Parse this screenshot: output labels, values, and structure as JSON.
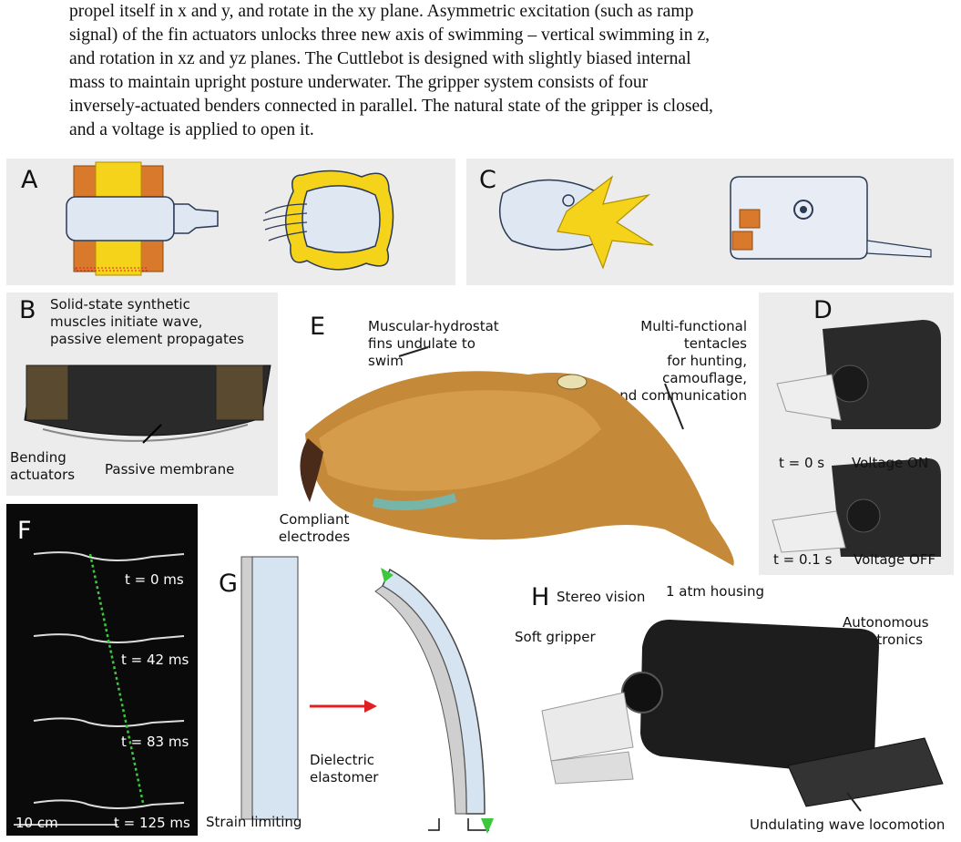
{
  "paragraph": [
    "propel itself in x and y, and rotate in the xy plane. Asymmetric excitation (such as ramp",
    "signal) of the fin actuators unlocks three new axis of swimming – vertical swimming in z,",
    "and rotation in xz and yz planes. The Cuttlebot is designed with slightly biased internal",
    "mass to maintain upright posture underwater. The gripper system consists of four",
    "inversely-actuated benders connected in parallel. The natural state of the gripper is closed,",
    "and a voltage is applied to open it."
  ],
  "panels": {
    "A": {
      "letter": "A"
    },
    "B": {
      "letter": "B",
      "label_top": [
        "Solid-state synthetic",
        "muscles initiate wave,",
        "passive element propagates"
      ],
      "label_bending": [
        "Bending",
        "actuators"
      ],
      "label_membrane": "Passive membrane"
    },
    "C": {
      "letter": "C"
    },
    "D": {
      "letter": "D",
      "t0": "t = 0 s",
      "on": "Voltage ON",
      "t1": "t = 0.1 s",
      "off": "Voltage OFF"
    },
    "E": {
      "letter": "E",
      "fins": [
        "Muscular-hydrostat",
        "fins undulate to",
        "swim"
      ],
      "tentacles": [
        "Multi-functional tentacles",
        "for hunting, camouflage,",
        "and communication"
      ]
    },
    "F": {
      "letter": "F",
      "times": [
        "t = 0 ms",
        "t = 42 ms",
        "t = 83 ms",
        "t = 125 ms"
      ],
      "scale": "10 cm"
    },
    "G": {
      "letter": "G",
      "electrodes": [
        "Compliant",
        "electrodes"
      ],
      "dielectric": [
        "Dielectric",
        "elastomer"
      ],
      "strain": "Strain limiting"
    },
    "H": {
      "letter": "H",
      "stereo": "Stereo vision",
      "housing": "1 atm housing",
      "autonomous": [
        "Autonomous",
        "electronics"
      ],
      "gripper": "Soft gripper",
      "wave": "Undulating wave locomotion"
    }
  },
  "colors": {
    "panel_gray": "#ececec",
    "fin_yellow": "#f5d31b",
    "actuator_orange": "#d9792b",
    "elastomer_blue": "#d6e4f2",
    "arrow_green": "#3cc83c",
    "arrow_red": "#e02020"
  }
}
